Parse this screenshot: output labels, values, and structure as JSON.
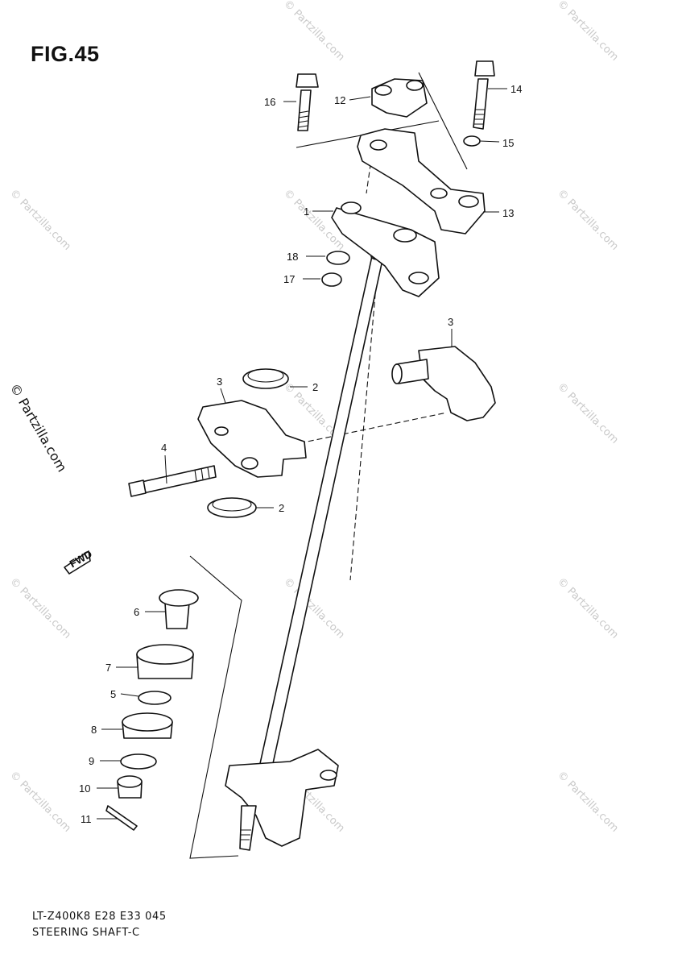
{
  "figure": {
    "title": "FIG.45",
    "model_code": "LT-Z400K8 E28 E33 045",
    "subtitle": "STEERING SHAFT-C",
    "side_watermark": "© Partzilla.com",
    "watermark": "© Partzilla.com",
    "fwd_label": "FWD"
  },
  "callouts": [
    {
      "id": "c16",
      "label": "16"
    },
    {
      "id": "c12",
      "label": "12"
    },
    {
      "id": "c14",
      "label": "14"
    },
    {
      "id": "c15",
      "label": "15"
    },
    {
      "id": "c1",
      "label": "1"
    },
    {
      "id": "c13",
      "label": "13"
    },
    {
      "id": "c18",
      "label": "18"
    },
    {
      "id": "c17",
      "label": "17"
    },
    {
      "id": "c3a",
      "label": "3"
    },
    {
      "id": "c3b",
      "label": "3"
    },
    {
      "id": "c2a",
      "label": "2"
    },
    {
      "id": "c4",
      "label": "4"
    },
    {
      "id": "c2b",
      "label": "2"
    },
    {
      "id": "c6",
      "label": "6"
    },
    {
      "id": "c7",
      "label": "7"
    },
    {
      "id": "c5",
      "label": "5"
    },
    {
      "id": "c8",
      "label": "8"
    },
    {
      "id": "c9",
      "label": "9"
    },
    {
      "id": "c10",
      "label": "10"
    },
    {
      "id": "c11",
      "label": "11"
    }
  ]
}
